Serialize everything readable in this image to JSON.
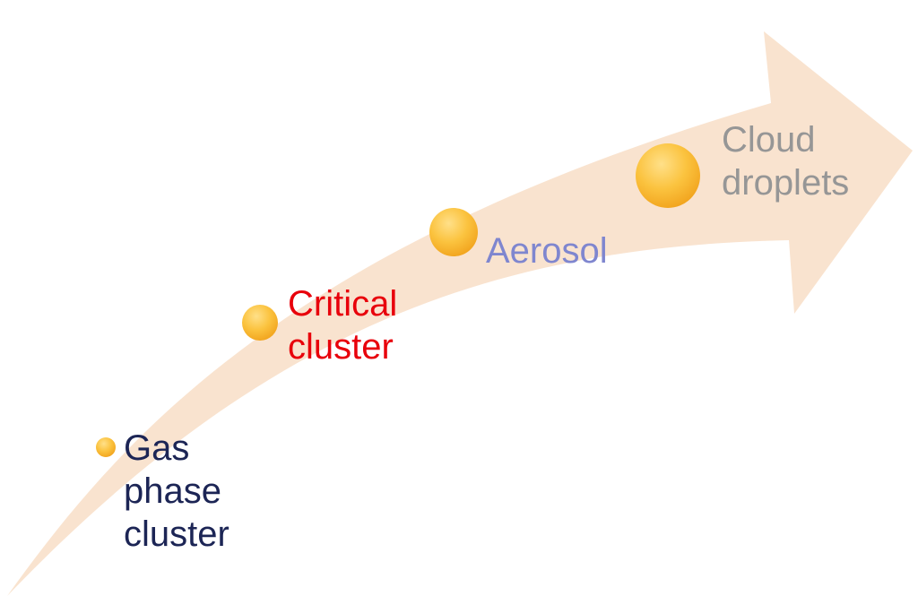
{
  "colors": {
    "arrow_fill": "#f9e3cf",
    "particle_fill": "#f9b72c",
    "particle_highlight": "#ffe089",
    "gas_text": "#1c2555",
    "critical_text": "#e8000b",
    "aerosol_text": "#7f86cf",
    "cloud_text": "#969696"
  },
  "stages": [
    {
      "lines": [
        "Gas",
        "phase",
        "cluster"
      ]
    },
    {
      "lines": [
        "Critical",
        "cluster"
      ]
    },
    {
      "lines": [
        "Aerosol"
      ]
    },
    {
      "lines": [
        "Cloud",
        "droplets"
      ]
    }
  ]
}
